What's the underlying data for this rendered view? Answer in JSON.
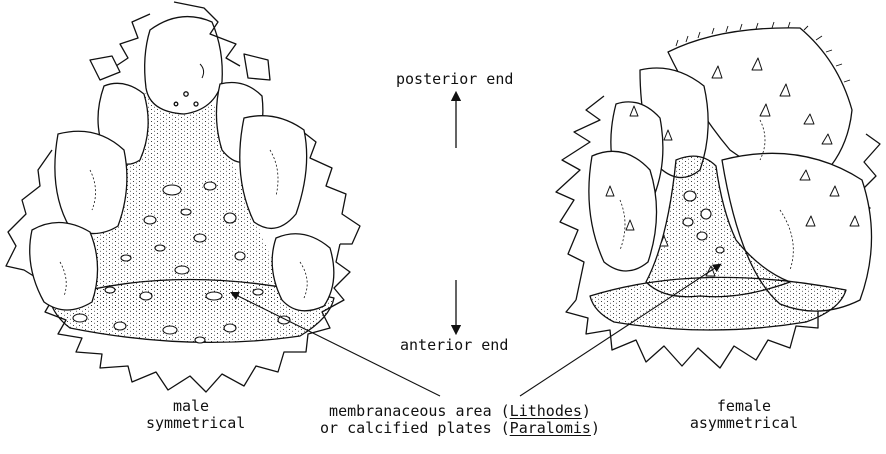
{
  "labels": {
    "posterior": "posterior end",
    "anterior": "anterior end",
    "male_line1": "male",
    "male_line2": "symmetrical",
    "female_line1": "female",
    "female_line2": "asymmetrical",
    "membrane_prefix": "membranaceous area (",
    "membrane_genus": "Lithodes",
    "membrane_suffix": ")",
    "calc_prefix": "or calcified plates (",
    "calc_genus": "Paralomis",
    "calc_suffix": ")"
  },
  "colors": {
    "ink": "#111111",
    "background": "#ffffff"
  }
}
